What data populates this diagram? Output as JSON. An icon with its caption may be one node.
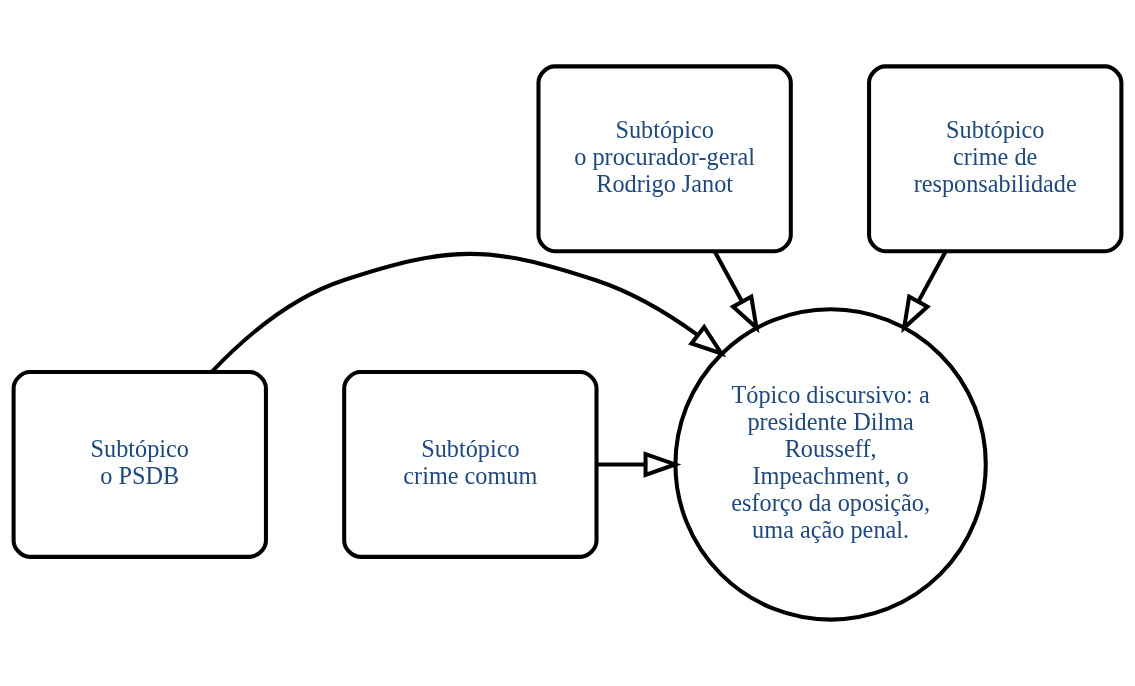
{
  "diagram": {
    "nodes": [
      {
        "text": [
          "Subtópico",
          "o procurador-geral Rodrigo Janot"
        ]
      },
      {
        "text": [
          "Subtópico",
          "crime de responsabilidade"
        ]
      },
      {
        "text": [
          "Subtópico",
          "o PSDB"
        ]
      },
      {
        "text": [
          "Tópico discursivo: a presidente Dilma Rousseff, Impeachment, o esforço da oposição, uma ação penal."
        ]
      },
      {
        "text": [
          "Subtópico",
          "crime comum"
        ]
      }
    ],
    "edges": [
      {
        "from": 0,
        "to": 3,
        "arrow": "to"
      },
      {
        "from": 1,
        "to": 3,
        "arrow": "to"
      },
      {
        "from": 2,
        "to": 3,
        "arrow": "to"
      },
      {
        "from": 4,
        "to": 3,
        "arrow": "to"
      }
    ]
  }
}
